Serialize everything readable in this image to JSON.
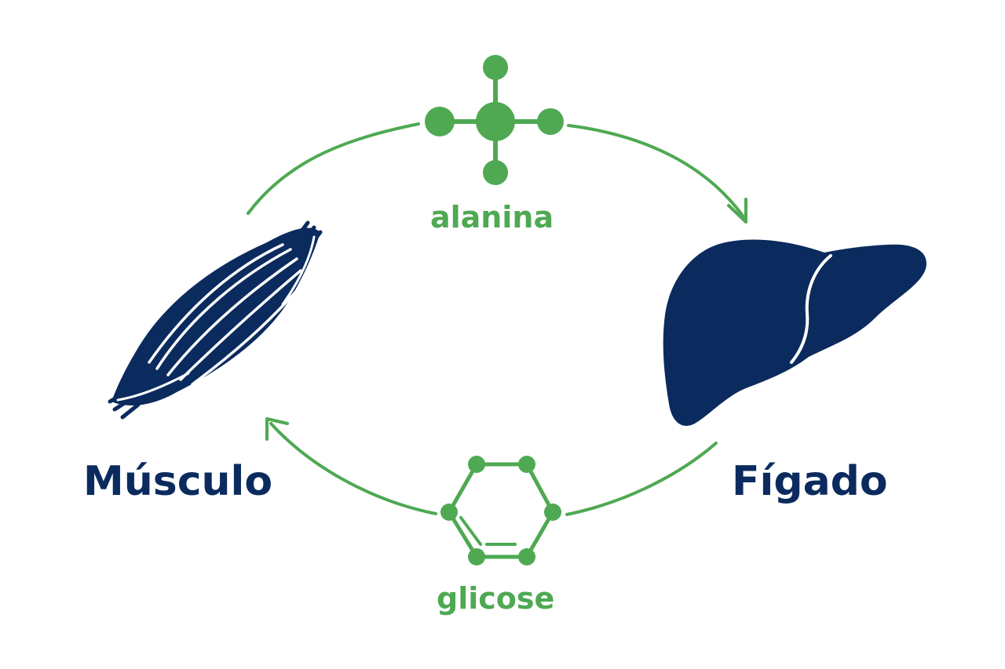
{
  "colors": {
    "organ": "#0b2b5e",
    "molecule": "#4ea952",
    "background": "#ffffff"
  },
  "organs": {
    "muscle": {
      "label": "Músculo",
      "icon": "muscle-icon"
    },
    "liver": {
      "label": "Fígado",
      "icon": "liver-icon"
    }
  },
  "molecules": {
    "alanine": {
      "label": "alanina",
      "icon": "alanine-molecule-icon"
    },
    "glucose": {
      "label": "glicose",
      "icon": "glucose-ring-icon"
    }
  },
  "flows": [
    {
      "from": "Músculo",
      "to": "Fígado",
      "carrier": "alanina"
    },
    {
      "from": "Fígado",
      "to": "Músculo",
      "carrier": "glicose"
    }
  ]
}
